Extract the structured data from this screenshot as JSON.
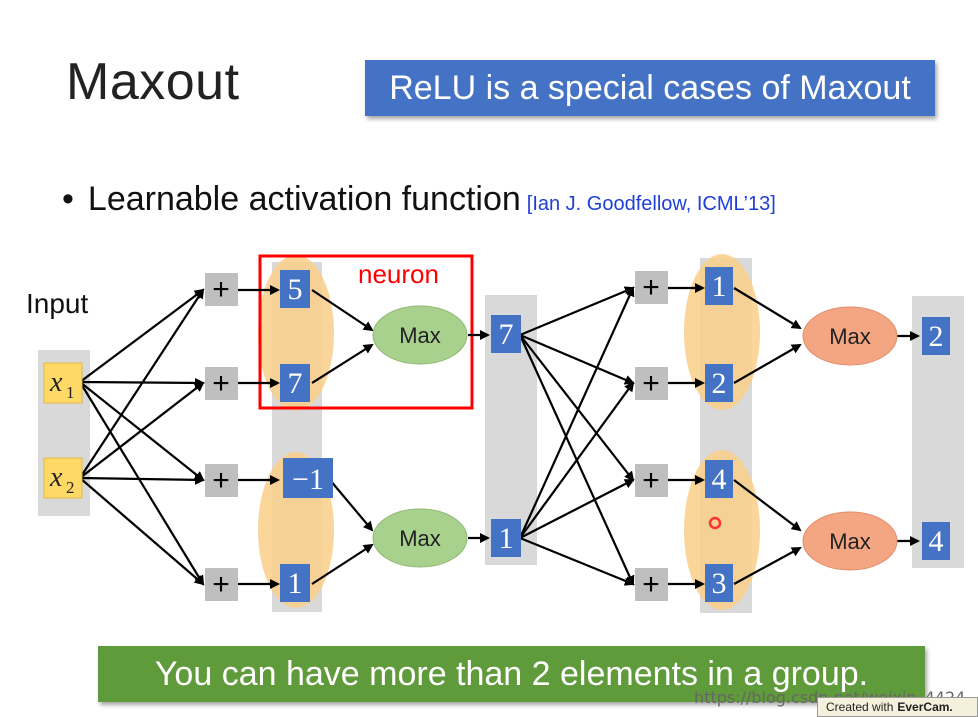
{
  "title": "Maxout",
  "banner": "ReLU is a special cases of Maxout",
  "bullet": {
    "symbol": "•",
    "text": "Learnable activation function",
    "citation": "[Ian J. Goodfellow, ICML’13]"
  },
  "input_label": "Input",
  "inputs": [
    {
      "var": "x",
      "sub": "1"
    },
    {
      "var": "x",
      "sub": "2"
    }
  ],
  "plus_symbol": "+",
  "neuron_label": "neuron",
  "layer1": {
    "values": [
      "5",
      "7",
      "−1",
      "1"
    ],
    "max_label": "Max",
    "outputs": [
      "7",
      "1"
    ]
  },
  "layer2": {
    "values": [
      "1",
      "2",
      "4",
      "3"
    ],
    "max_label": "Max",
    "outputs": [
      "2",
      "4"
    ]
  },
  "bottom_banner": "You can have more than 2 elements in a group.",
  "watermark_url": "https://blog.csdn.net/weixin_4424",
  "evercam": {
    "prefix": "Created with",
    "brand": "EverCam."
  },
  "colors": {
    "banner_blue": "#4472c4",
    "value_box_blue": "#4472c4",
    "group_ellipse": "#f9cf8a",
    "max_green": "#a9d18e",
    "max_orange": "#f4a582",
    "bottom_green": "#5f9a3b",
    "neuron_red": "#ff0000",
    "input_yellow": "#ffd966"
  }
}
